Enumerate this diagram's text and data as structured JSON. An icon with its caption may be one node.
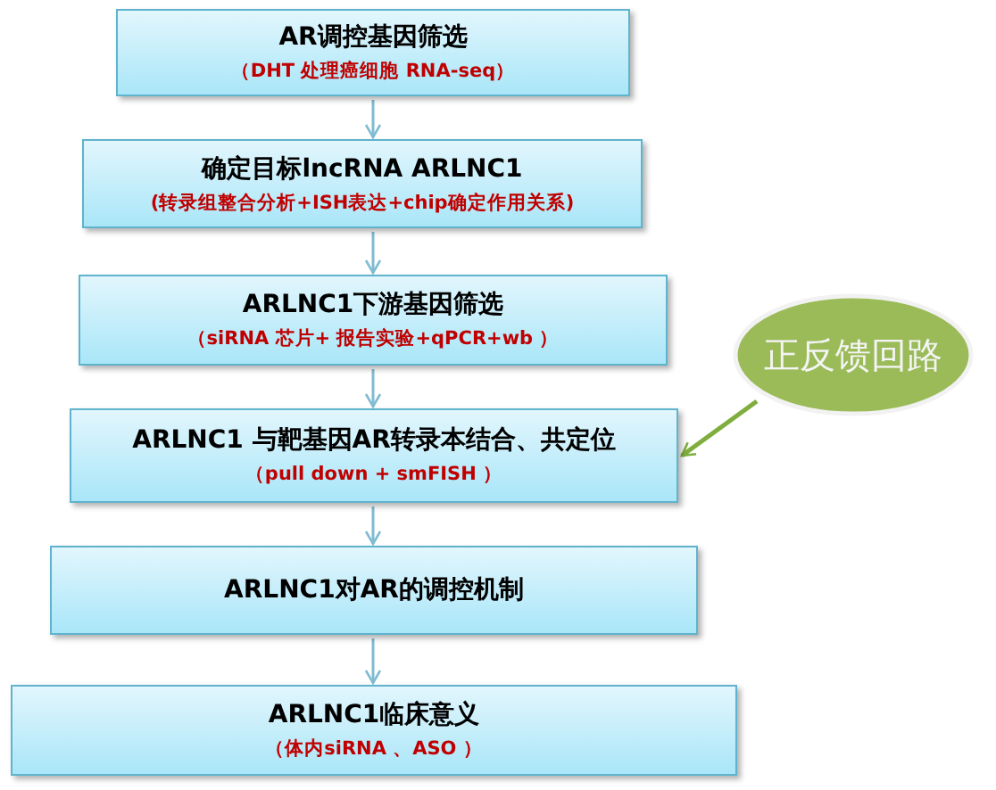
{
  "diagram": {
    "nodes": [
      {
        "text": [
          "AR调控基因筛选",
          "（DHT  处理癌细胞 RNA-seq）"
        ]
      },
      {
        "text": [
          "确定目标lncRNA ARLNC1",
          "(转录组整合分析+ISH表达+chip确定作用关系)"
        ]
      },
      {
        "text": [
          "ARLNC1下游基因筛选",
          "（siRNA 芯片+ 报告实验+qPCR+wb ）"
        ]
      },
      {
        "text": [
          "ARLNC1 与靶基因AR转录本结合、共定位",
          "（pull down + smFISH ）"
        ]
      },
      {
        "text": [
          "ARLNC1对AR的调控机制"
        ]
      },
      {
        "text": [
          "ARLNC1临床意义",
          "（体内siRNA 、ASO ）"
        ]
      },
      {
        "text": [
          "正反馈回路"
        ]
      }
    ],
    "edges": [
      {
        "from": 0,
        "to": 1,
        "arrow": "to"
      },
      {
        "from": 1,
        "to": 2,
        "arrow": "to"
      },
      {
        "from": 2,
        "to": 3,
        "arrow": "to"
      },
      {
        "from": 3,
        "to": 4,
        "arrow": "to"
      },
      {
        "from": 4,
        "to": 5,
        "arrow": "to"
      },
      {
        "from": 6,
        "to": 3,
        "arrow": "to",
        "color": "#7fae3e"
      }
    ]
  }
}
